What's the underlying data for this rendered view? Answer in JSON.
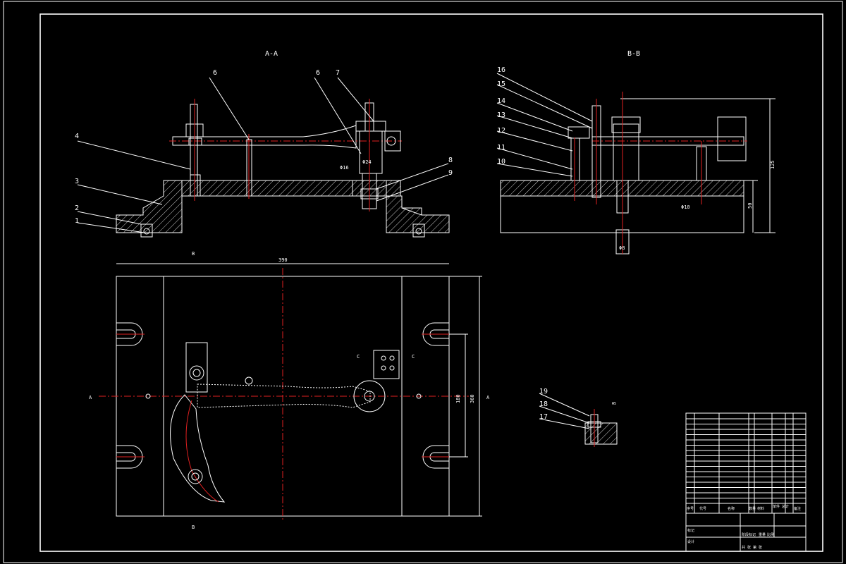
{
  "sections": {
    "aa": "A-A",
    "bb": "B-B"
  },
  "view_markers": {
    "a_left": "A",
    "a_right": "A",
    "b_top": "B",
    "b_bottom": "B",
    "c_left": "C",
    "c_right": "C"
  },
  "callouts_aa": {
    "n4": "4",
    "n3": "3",
    "n2": "2",
    "n1": "1",
    "n6a": "6",
    "n6b": "6",
    "n7": "7",
    "n8": "8",
    "n9": "9"
  },
  "callouts_bb": {
    "n16": "16",
    "n15": "15",
    "n14": "14",
    "n13": "13",
    "n12": "12",
    "n11": "11",
    "n10": "10"
  },
  "callouts_detail": {
    "n19": "19",
    "n18": "18",
    "n17": "17"
  },
  "dimensions": {
    "width": "390",
    "slot_span": "180",
    "height": "360",
    "bb_total": "125",
    "bb_base": "50",
    "fit_aa1": "Φ16",
    "fit_aa2": "Φ24",
    "fit_bb1": "Φ10",
    "fit_bb2": "Φ8",
    "fit_det": "Φ5"
  },
  "title_block": {
    "col_no": "序号",
    "col_code": "代号",
    "col_name": "名称",
    "col_qty": "数量",
    "col_mat": "材料",
    "col_mass": "单件 总计",
    "col_note": "备注",
    "row_mark": "标记",
    "row_design": "设计",
    "stage": "阶段标记",
    "weight": "重量",
    "scale": "比例",
    "sheets": "共 张 第 张"
  }
}
